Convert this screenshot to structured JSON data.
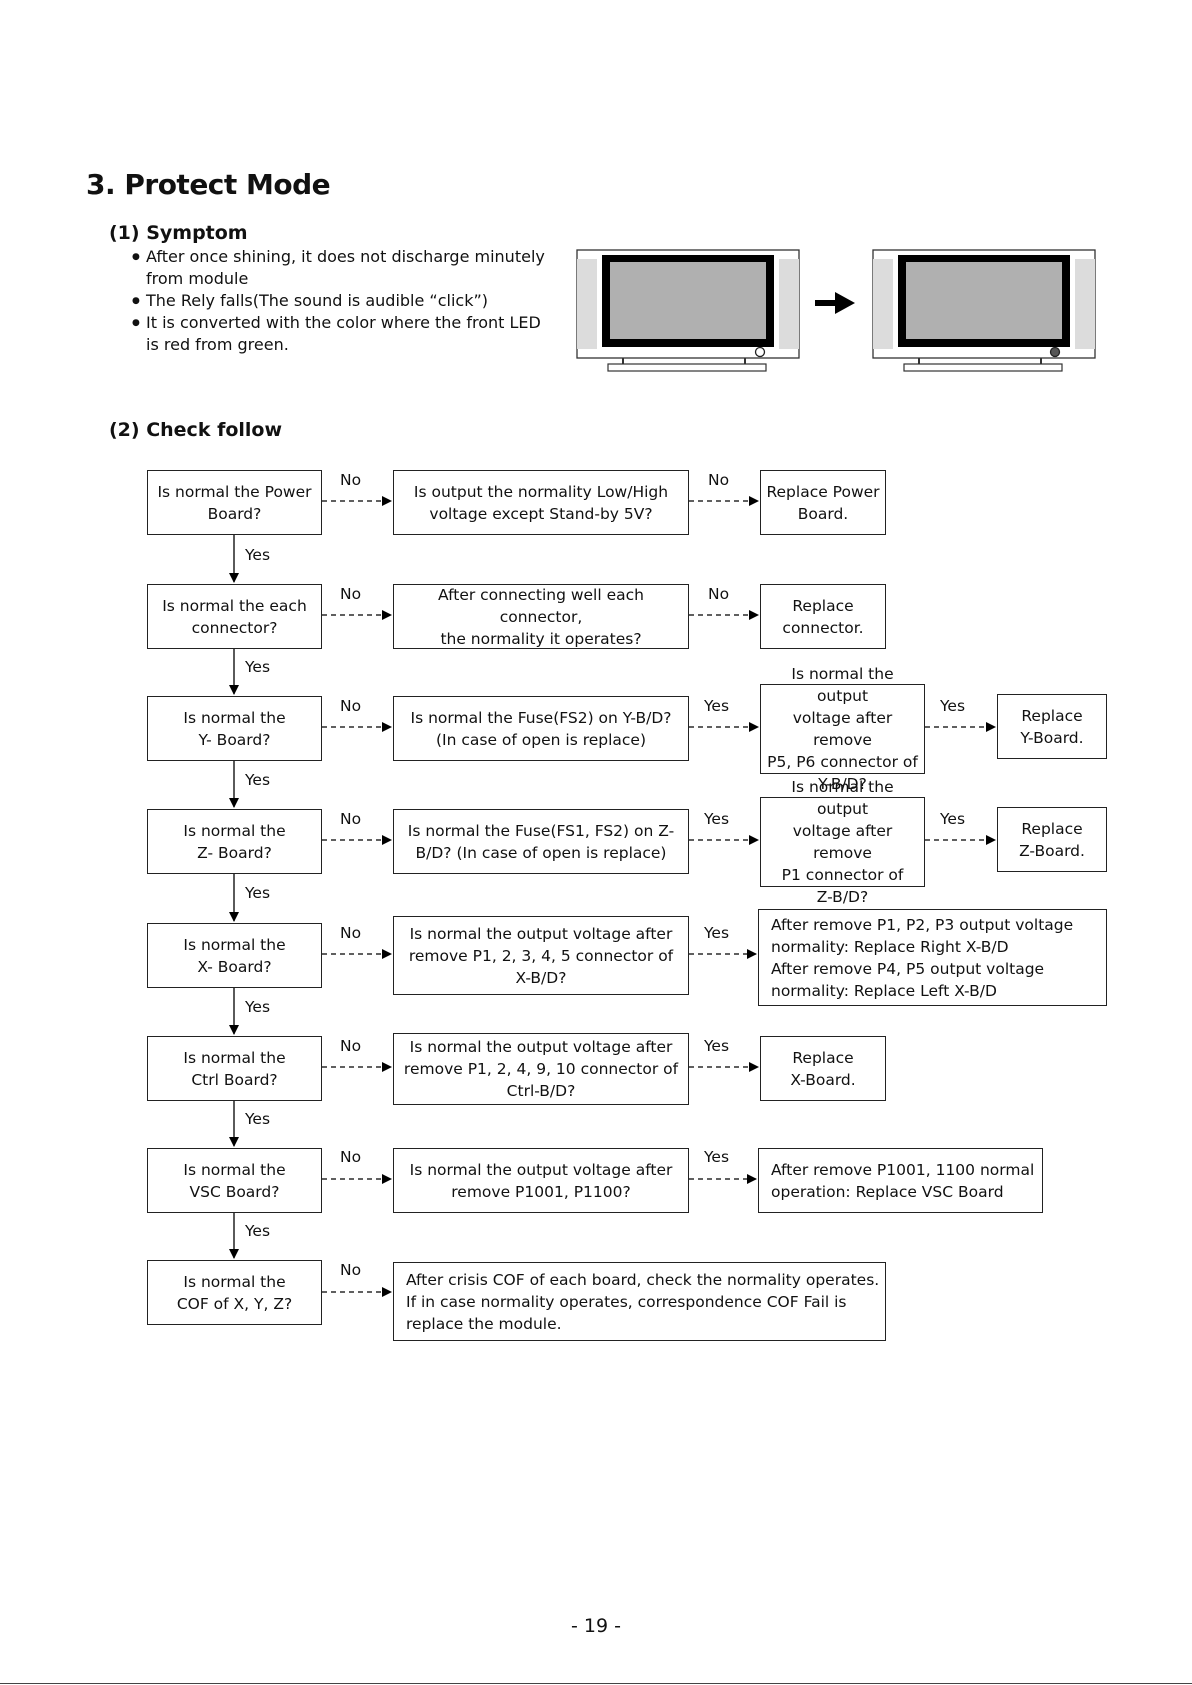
{
  "title": "3. Protect Mode",
  "symptom": {
    "heading": "(1) Symptom",
    "bullets": [
      [
        "After once shining, it does not discharge minutely",
        "from module"
      ],
      [
        "The Rely falls(The sound is audible “click”)"
      ],
      [
        "It is converted with the color where the front LED",
        "is red from green."
      ]
    ]
  },
  "check": {
    "heading": "(2) Check follow"
  },
  "labels": {
    "no": "No",
    "yes": "Yes"
  },
  "flow": {
    "checks": [
      [
        "Is normal the Power",
        "Board?"
      ],
      [
        "Is normal the each",
        "connector?"
      ],
      [
        "Is normal the",
        "Y- Board?"
      ],
      [
        "Is normal the",
        "Z- Board?"
      ],
      [
        "Is normal the",
        "X- Board?"
      ],
      [
        "Is normal the",
        "Ctrl Board?"
      ],
      [
        "Is normal the",
        "VSC Board?"
      ],
      [
        "Is normal the",
        "COF of X, Y, Z?"
      ]
    ],
    "mid": [
      [
        "Is output the normality Low/High",
        "voltage except Stand-by 5V?"
      ],
      [
        "After connecting well each connector,",
        "the normality it operates?"
      ],
      [
        "Is normal the Fuse(FS2) on Y-B/D?",
        "(In case of open is replace)"
      ],
      [
        "Is normal the Fuse(FS1, FS2) on Z-",
        "B/D? (In case of open is replace)"
      ],
      [
        "Is normal the output voltage after",
        "remove P1, 2, 3, 4, 5 connector of",
        "X-B/D?"
      ],
      [
        "Is normal the output voltage after",
        "remove P1, 2, 4, 9, 10 connector of",
        "Ctrl-B/D?"
      ],
      [
        "Is normal the output voltage after",
        "remove P1001, P1100?"
      ],
      [
        "After crisis COF of each board, check the normality operates.",
        "If in case normality operates, correspondence COF Fail is",
        "replace the module."
      ]
    ],
    "third": [
      [
        "Replace Power",
        "Board."
      ],
      [
        "Replace",
        "connector."
      ],
      [
        "Is normal the output",
        "voltage after remove",
        "P5, P6 connector of",
        "Y-B/D?"
      ],
      [
        "Is normal the output",
        "voltage after remove",
        "P1 connector of",
        "Z-B/D?"
      ],
      [
        "After remove P1, P2, P3 output voltage",
        "normality: Replace Right X-B/D",
        "After remove P4, P5 output voltage",
        "normality: Replace Left X-B/D"
      ],
      [
        "Replace",
        "X-Board."
      ],
      [
        "After remove P1001, 1100 normal",
        "operation: Replace VSC Board"
      ]
    ],
    "fourth": [
      [
        "Replace",
        "Y-Board."
      ],
      [
        "Replace",
        "Z-Board."
      ]
    ]
  },
  "page_number": "-  19  -"
}
